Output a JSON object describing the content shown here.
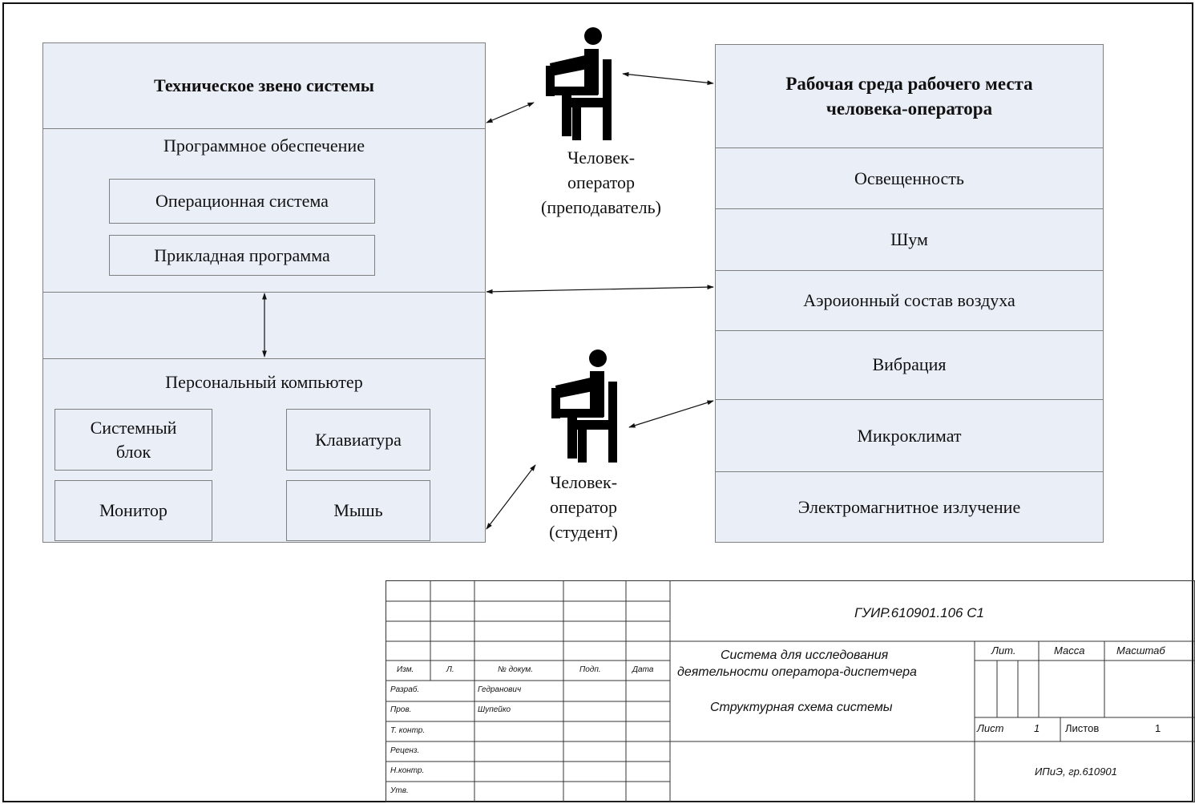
{
  "technical": {
    "title": "Техническое звено системы",
    "software": {
      "heading": "Программное обеспечение",
      "items": [
        "Операционная система",
        "Прикладная программа"
      ]
    },
    "pc": {
      "heading": "Персональный компьютер",
      "items": [
        "Системный\nблок",
        "Клавиатура",
        "Монитор",
        "Мышь"
      ]
    }
  },
  "environment": {
    "title": "Рабочая среда рабочего места\nчеловека-оператора",
    "rows": [
      "Освещенность",
      "Шум",
      "Аэроионный состав воздуха",
      "Вибрация",
      "Микроклимат",
      "Электромагнитное излучение"
    ]
  },
  "operators": {
    "teacher": "Человек-\nоператор\n(преподаватель)",
    "student": "Человек-\nоператор\n(студент)"
  },
  "title_block": {
    "designation": "ГУИР.610901.106 С1",
    "title_line1": "Система для исследования",
    "title_line2": "деятельности оператора-диспетчера",
    "doc_name": "Структурная схема системы",
    "col_headers": [
      "Изм.",
      "Л.",
      "№ докум.",
      "Подп.",
      "Дата"
    ],
    "roles": [
      "Разраб.",
      "Пров.",
      "Т. контр.",
      "Реценз.",
      "Н.контр.",
      "Утв."
    ],
    "names": [
      "Гедранович",
      "Шупейко"
    ],
    "lit_label": "Лит.",
    "mass_label": "Масса",
    "scale_label": "Масштаб",
    "sheet_label": "Лист",
    "sheet_value": "1",
    "sheets_label": "Листов",
    "sheets_value": "1",
    "organization": "ИПиЭ, гр.610901"
  }
}
